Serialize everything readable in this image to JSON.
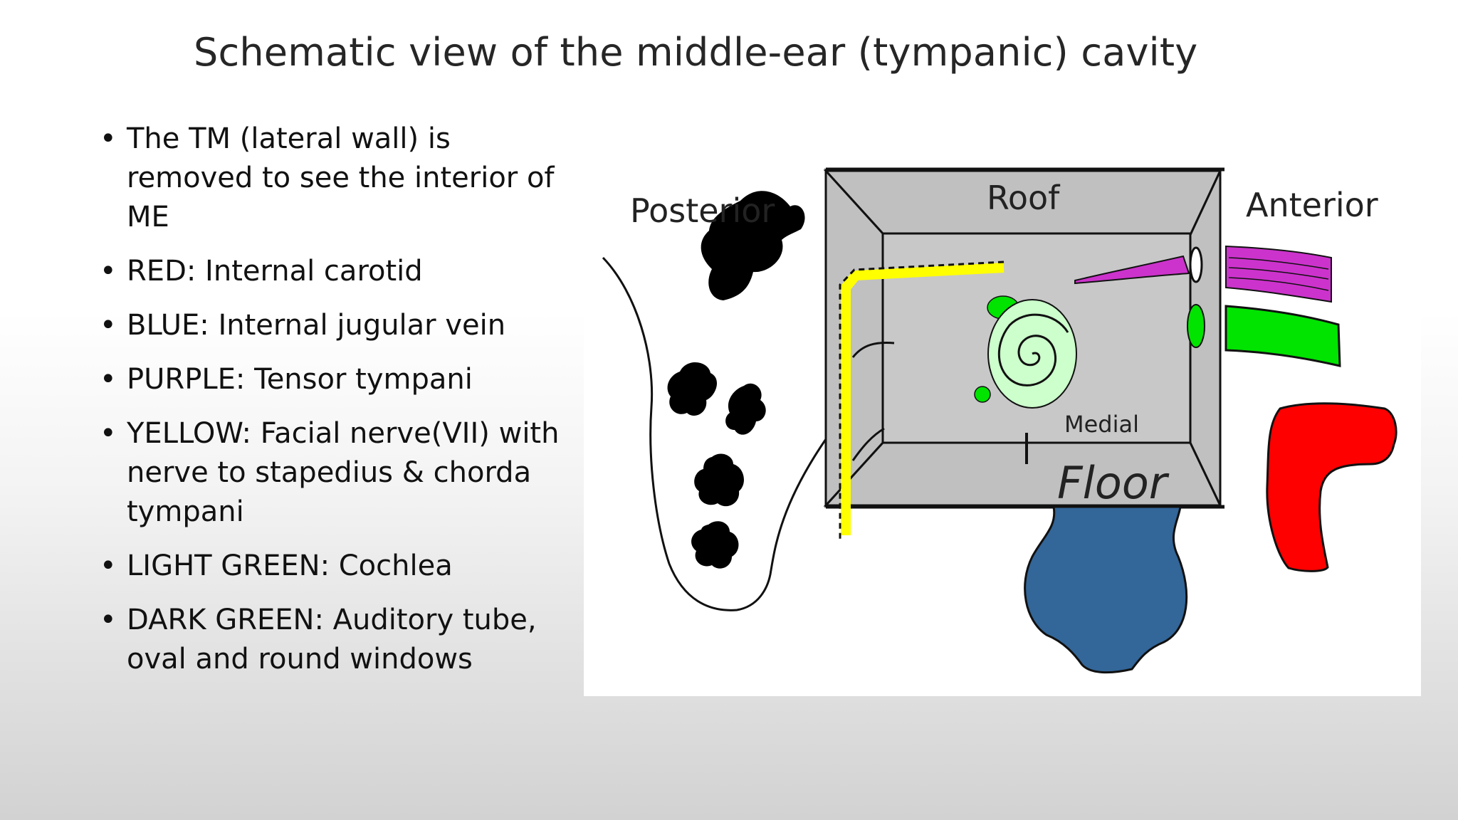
{
  "title": "Schematic view of the middle-ear (tympanic) cavity",
  "bullets": [
    "The TM (lateral wall) is removed to see the interior of ME",
    "RED: Internal carotid",
    "BLUE: Internal jugular vein",
    "PURPLE: Tensor tympani",
    "YELLOW: Facial nerve(VII) with nerve to stapedius & chorda tympani",
    "LIGHT GREEN: Cochlea",
    "DARK GREEN: Auditory tube, oval and round windows"
  ],
  "diagram": {
    "labels": {
      "posterior": "Posterior",
      "roof": "Roof",
      "anterior": "Anterior",
      "medial": "Medial",
      "floor": "Floor"
    },
    "colors": {
      "carotid": "#ff0000",
      "jugular": "#336699",
      "tensor_tympani": "#cc33cc",
      "facial_nerve": "#ffff00",
      "cochlea": "#ccffcc",
      "auditory_tube": "#00e400",
      "wall": "#c0c0c0",
      "medial_wall": "#c8c8c8",
      "mastoid": "#000000"
    }
  }
}
